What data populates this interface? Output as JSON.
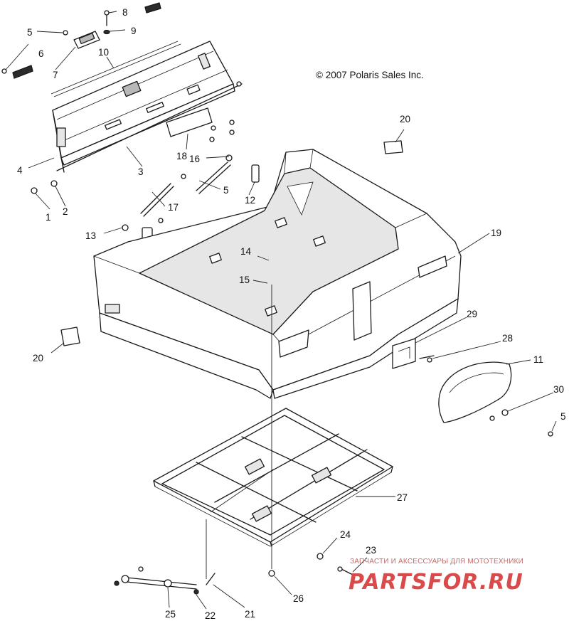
{
  "copyright": "© 2007 Polaris Sales Inc.",
  "watermark": {
    "tagline": "ЗАПЧАСТИ И АКСЕССУАРЫ ДЛЯ МОТОТЕХНИКИ",
    "brand": "PARTSFOR.RU"
  },
  "callouts": {
    "c1": "1",
    "c2": "2",
    "c3": "3",
    "c4": "4",
    "c5a": "5",
    "c5b": "5",
    "c5c": "5",
    "c6": "6",
    "c7": "7",
    "c8": "8",
    "c9": "9",
    "c10": "10",
    "c11": "11",
    "c12": "12",
    "c13": "13",
    "c14": "14",
    "c15": "15",
    "c16": "16",
    "c17": "17",
    "c18": "18",
    "c19": "19",
    "c20a": "20",
    "c20b": "20",
    "c21": "21",
    "c22": "22",
    "c23": "23",
    "c24": "24",
    "c25": "25",
    "c26": "26",
    "c27": "27",
    "c28": "28",
    "c29": "29",
    "c30": "30"
  },
  "parts": {
    "tailgate": "tailgate-panel",
    "cargo_box": "cargo-box",
    "frame": "box-support-frame",
    "cover": "side-cover"
  }
}
